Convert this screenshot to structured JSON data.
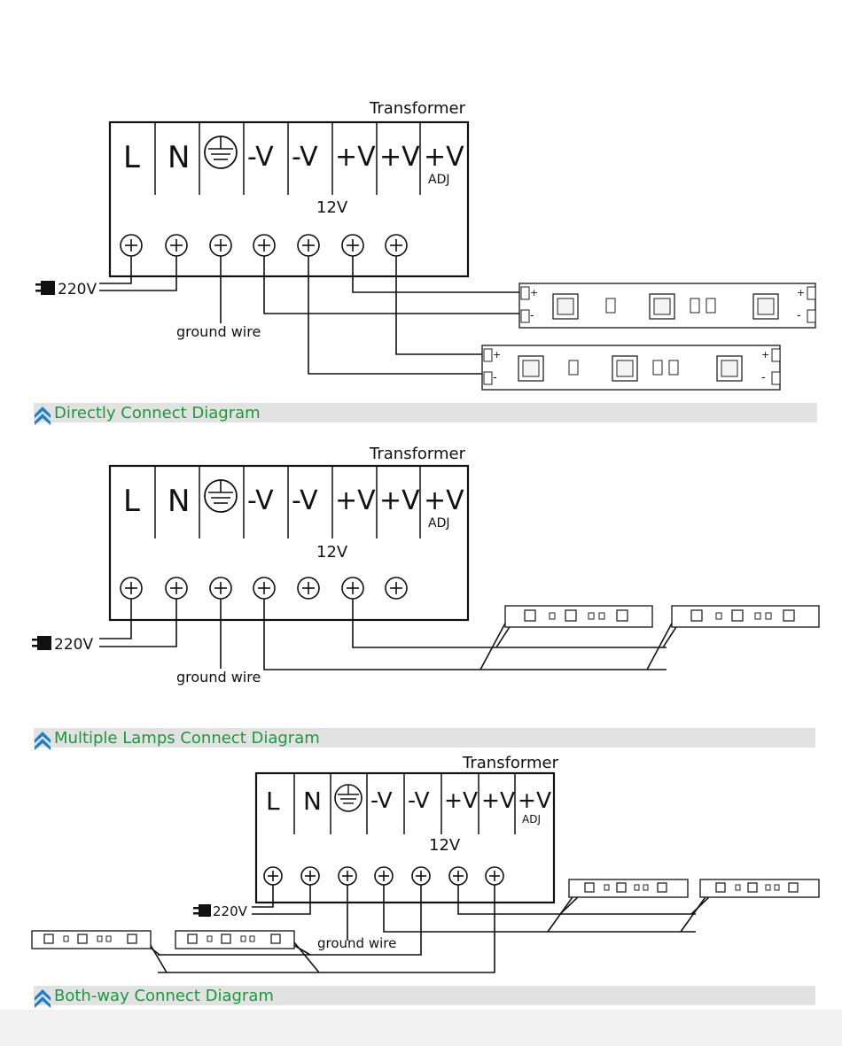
{
  "terminals": [
    "L",
    "N",
    "ground-symbol",
    "-V",
    "-V",
    "+V",
    "+V",
    "+V"
  ],
  "adj_label": "ADJ",
  "transformer_label": "Transformer",
  "voltage_label": "12V",
  "input_label": "220V",
  "ground_label": "ground wire",
  "strip_plus": "+",
  "strip_minus": "-",
  "diagrams": [
    {
      "caption": "Directly Connect Diagram"
    },
    {
      "caption": "Multiple Lamps Connect Diagram"
    },
    {
      "caption": "Both-way Connect Diagram"
    }
  ],
  "colors": {
    "caption": "#1a9a3a",
    "chevron": "#1f7fc9",
    "caption_bar": "#e2e2e2"
  },
  "icons": [
    "plug-icon",
    "ground-symbol-icon",
    "chevron-up-icon",
    "screw-terminal-icon",
    "led-icon"
  ]
}
